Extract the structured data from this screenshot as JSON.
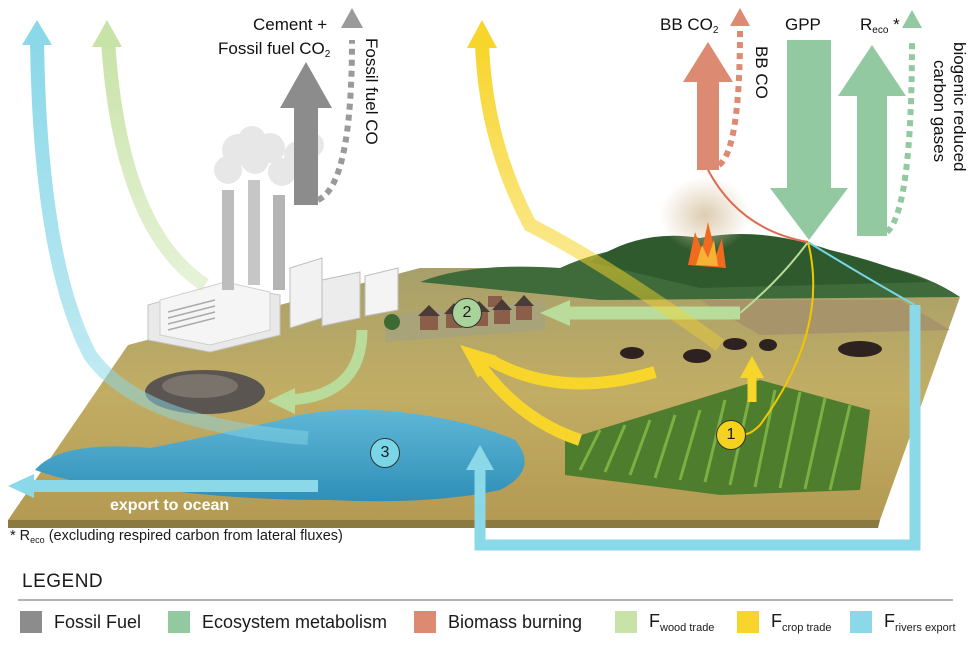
{
  "labels": {
    "cement_line1": "Cement +",
    "cement_line2": "Fossil fuel CO",
    "cement_sub": "2",
    "fossil_co": "Fossil fuel CO",
    "bb_co2": "BB CO",
    "bb_co2_sub": "2",
    "bb_co": "BB CO",
    "gpp": "GPP",
    "reco": "R",
    "reco_sub": "eco",
    "reco_star": " *",
    "biogenic_line1": "biogenic reduced",
    "biogenic_line2": "carbon gases",
    "export_ocean": "export to ocean"
  },
  "markers": [
    {
      "num": "1",
      "color": "#f5d21e"
    },
    {
      "num": "2",
      "color": "#a9d39a"
    },
    {
      "num": "3",
      "color": "#79d6e6"
    }
  ],
  "footnote": {
    "prefix": "* R",
    "sub": "eco",
    "text": " (excluding respired carbon from lateral fluxes)"
  },
  "legend": {
    "title": "LEGEND",
    "items": [
      {
        "label": "Fossil Fuel",
        "sub": "",
        "color": "#8c8c8c"
      },
      {
        "label": "Ecosystem metabolism",
        "sub": "",
        "color": "#93c9a1"
      },
      {
        "label": "Biomass burning",
        "sub": "",
        "color": "#dc8a72"
      },
      {
        "label": "F",
        "sub": "wood trade",
        "color": "#c8e3a8"
      },
      {
        "label": "F",
        "sub": "crop trade",
        "color": "#f7d52a"
      },
      {
        "label": "F",
        "sub": "rivers export",
        "color": "#8ad8e8"
      }
    ]
  },
  "colors": {
    "fossil": "#8c8c8c",
    "ecosystem": "#93c9a1",
    "biomass": "#dc8a72",
    "wood": "#c8e3a8",
    "crop": "#f7d52a",
    "rivers": "#8ad8e8",
    "water": "#3ba3c8",
    "grass": "#b9a95c"
  }
}
